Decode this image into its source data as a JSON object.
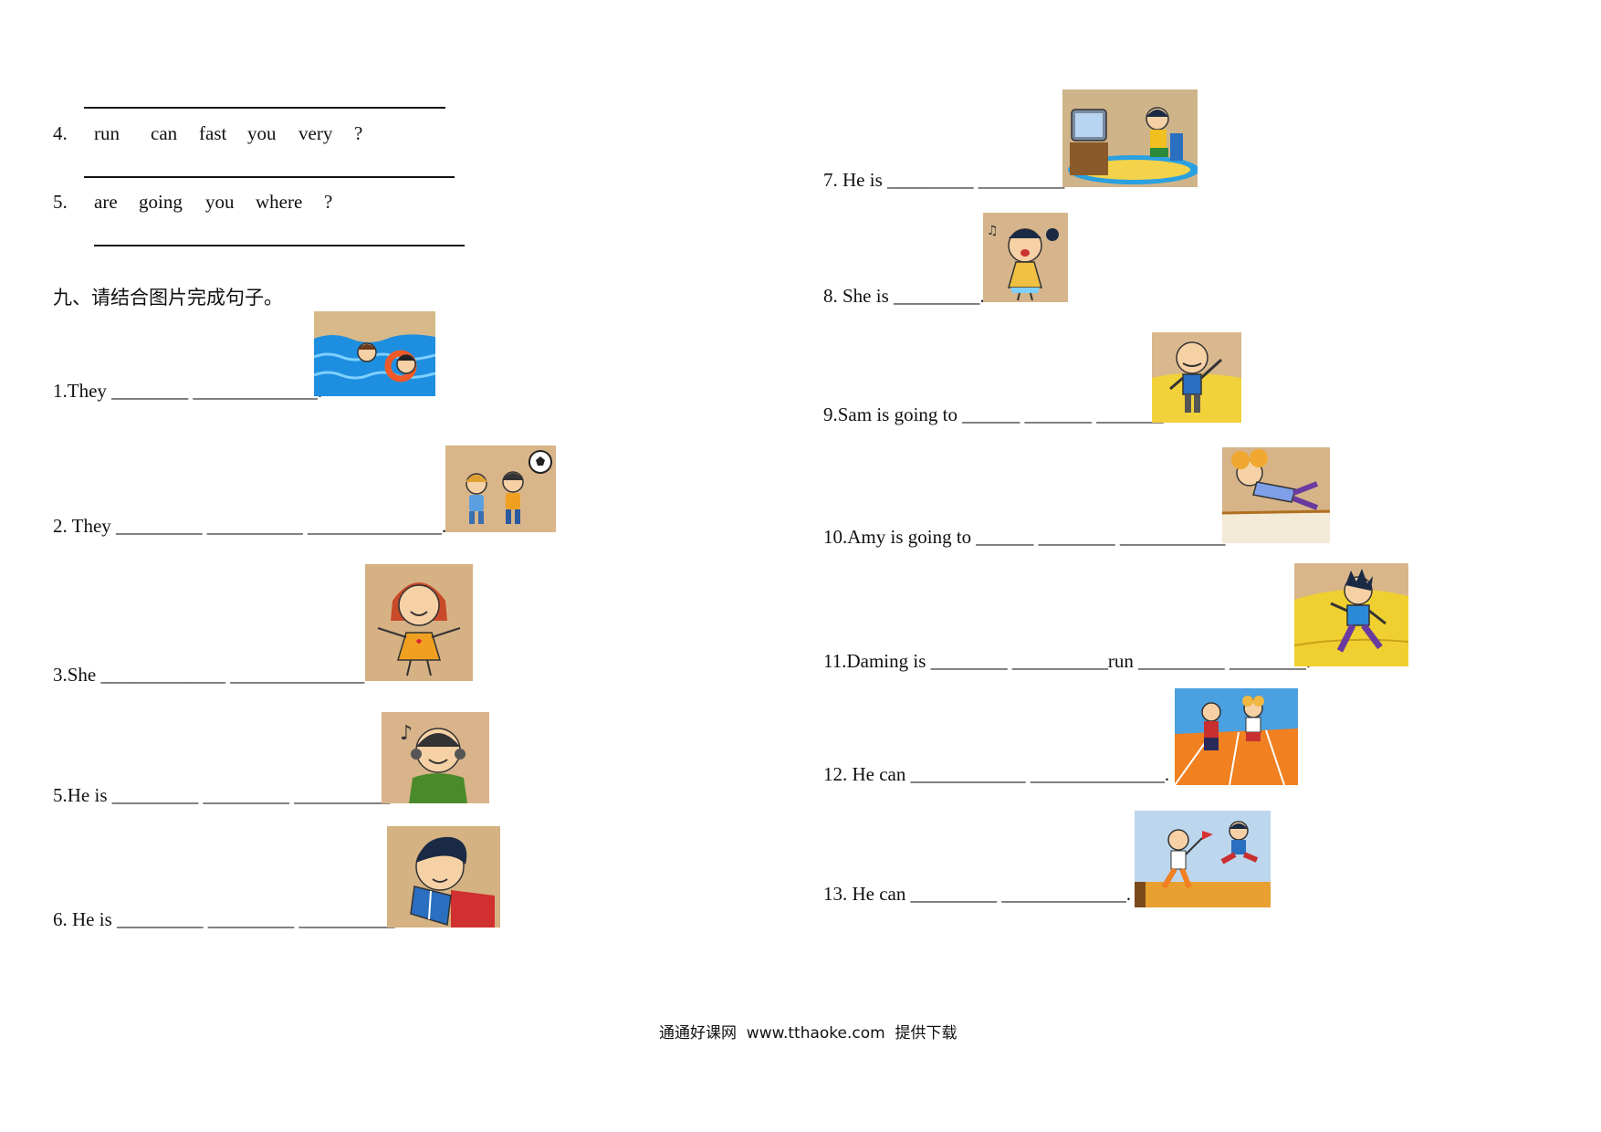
{
  "section8": {
    "q4_number": "4.",
    "q4_words": [
      "run",
      "can",
      "fast",
      "you",
      "very",
      "?"
    ],
    "q5_number": "5.",
    "q5_words": [
      "are",
      "going",
      "you",
      "where",
      "?"
    ]
  },
  "section9": {
    "heading": "九、请结合图片完成句子。",
    "items": [
      {
        "text": "1.They ________ _____________."
      },
      {
        "text": "2. They _________ __________ ______________."
      },
      {
        "text": "3.She _____________ ______________."
      },
      {
        "text": "5.He is _________ _________ __________."
      },
      {
        "text": "6. He is _________ _________ __________."
      },
      {
        "text": "7. He is _________ _________."
      },
      {
        "text": "8. She is _________."
      },
      {
        "text": "9.Sam is going to ______ _______ _______."
      },
      {
        "text": "10.Amy is going to ______ ________ ___________."
      },
      {
        "text": "11.Daming is ________ __________run _________ ________."
      },
      {
        "text": "12. He can ____________ ______________."
      },
      {
        "text": "13. He can _________ _____________."
      }
    ],
    "pictures": [
      {
        "icon": "children-swimming-picture"
      },
      {
        "icon": "children-playing-football-picture"
      },
      {
        "icon": "girl-dancing-picture"
      },
      {
        "icon": "boy-listening-to-music-picture"
      },
      {
        "icon": "boy-reading-book-picture"
      },
      {
        "icon": "boy-watching-tv-picture"
      },
      {
        "icon": "girl-singing-picture"
      },
      {
        "icon": "boy-jumping-picture"
      },
      {
        "icon": "girl-high-jump-picture"
      },
      {
        "icon": "boy-running-picture"
      },
      {
        "icon": "children-running-race-picture"
      },
      {
        "icon": "boy-long-jump-picture"
      }
    ]
  },
  "footer": {
    "text": "通通好课网  www.tthaoke.com  提供下载"
  }
}
